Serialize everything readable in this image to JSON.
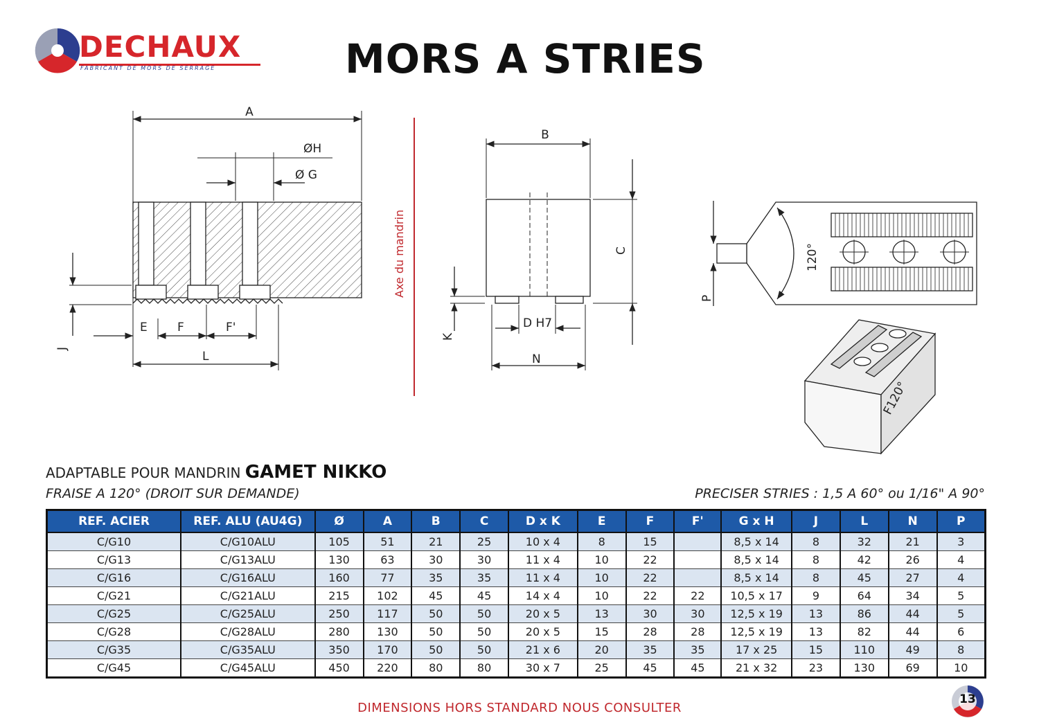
{
  "brand": {
    "name": "DECHAUX",
    "tagline": "FABRICANT DE MORS DE SERRAGE",
    "colors": {
      "red": "#d6262b",
      "blue": "#2c3e8f"
    }
  },
  "title": "MORS A STRIES",
  "drawing_labels": {
    "side": {
      "A": "A",
      "H": "ØH",
      "G": "Ø G",
      "J": "J",
      "E": "E",
      "F": "F",
      "F2": "F'",
      "L": "L"
    },
    "axis": "Axe du mandrin",
    "front": {
      "B": "B",
      "C": "C",
      "K": "K",
      "D": "D H7",
      "N": "N"
    },
    "top": {
      "P": "P",
      "angle": "120°"
    },
    "iso": {
      "stamp": "F120°"
    }
  },
  "adaptable_prefix": "ADAPTABLE POUR MANDRIN",
  "adaptable_brand": "GAMET NIKKO",
  "fraise_note": "FRAISE A 120° (DROIT SUR DEMANDE)",
  "stries_note": "PRECISER STRIES : 1,5 A 60° ou 1/16\" A 90°",
  "table": {
    "header_color": "#1e5aa8",
    "stripe_color": "#dbe5f1",
    "headers": [
      "REF. ACIER",
      "REF. ALU (AU4G)",
      "Ø",
      "A",
      "B",
      "C",
      "D x K",
      "E",
      "F",
      "F'",
      "G x H",
      "J",
      "L",
      "N",
      "P"
    ],
    "rows": [
      [
        "C/G10",
        "C/G10ALU",
        "105",
        "51",
        "21",
        "25",
        "10 x 4",
        "8",
        "15",
        "",
        "8,5 x 14",
        "8",
        "32",
        "21",
        "3"
      ],
      [
        "C/G13",
        "C/G13ALU",
        "130",
        "63",
        "30",
        "30",
        "11 x 4",
        "10",
        "22",
        "",
        "8,5 x 14",
        "8",
        "42",
        "26",
        "4"
      ],
      [
        "C/G16",
        "C/G16ALU",
        "160",
        "77",
        "35",
        "35",
        "11 x 4",
        "10",
        "22",
        "",
        "8,5 x 14",
        "8",
        "45",
        "27",
        "4"
      ],
      [
        "C/G21",
        "C/G21ALU",
        "215",
        "102",
        "45",
        "45",
        "14 x 4",
        "10",
        "22",
        "22",
        "10,5 x 17",
        "9",
        "64",
        "34",
        "5"
      ],
      [
        "C/G25",
        "C/G25ALU",
        "250",
        "117",
        "50",
        "50",
        "20 x 5",
        "13",
        "30",
        "30",
        "12,5 x 19",
        "13",
        "86",
        "44",
        "5"
      ],
      [
        "C/G28",
        "C/G28ALU",
        "280",
        "130",
        "50",
        "50",
        "20 x 5",
        "15",
        "28",
        "28",
        "12,5 x 19",
        "13",
        "82",
        "44",
        "6"
      ],
      [
        "C/G35",
        "C/G35ALU",
        "350",
        "170",
        "50",
        "50",
        "21 x 6",
        "20",
        "35",
        "35",
        "17 x 25",
        "15",
        "110",
        "49",
        "8"
      ],
      [
        "C/G45",
        "C/G45ALU",
        "450",
        "220",
        "80",
        "80",
        "30 x 7",
        "25",
        "45",
        "45",
        "21 x 32",
        "23",
        "130",
        "69",
        "10"
      ]
    ]
  },
  "footer": "DIMENSIONS HORS STANDARD NOUS CONSULTER",
  "page_number": "13"
}
